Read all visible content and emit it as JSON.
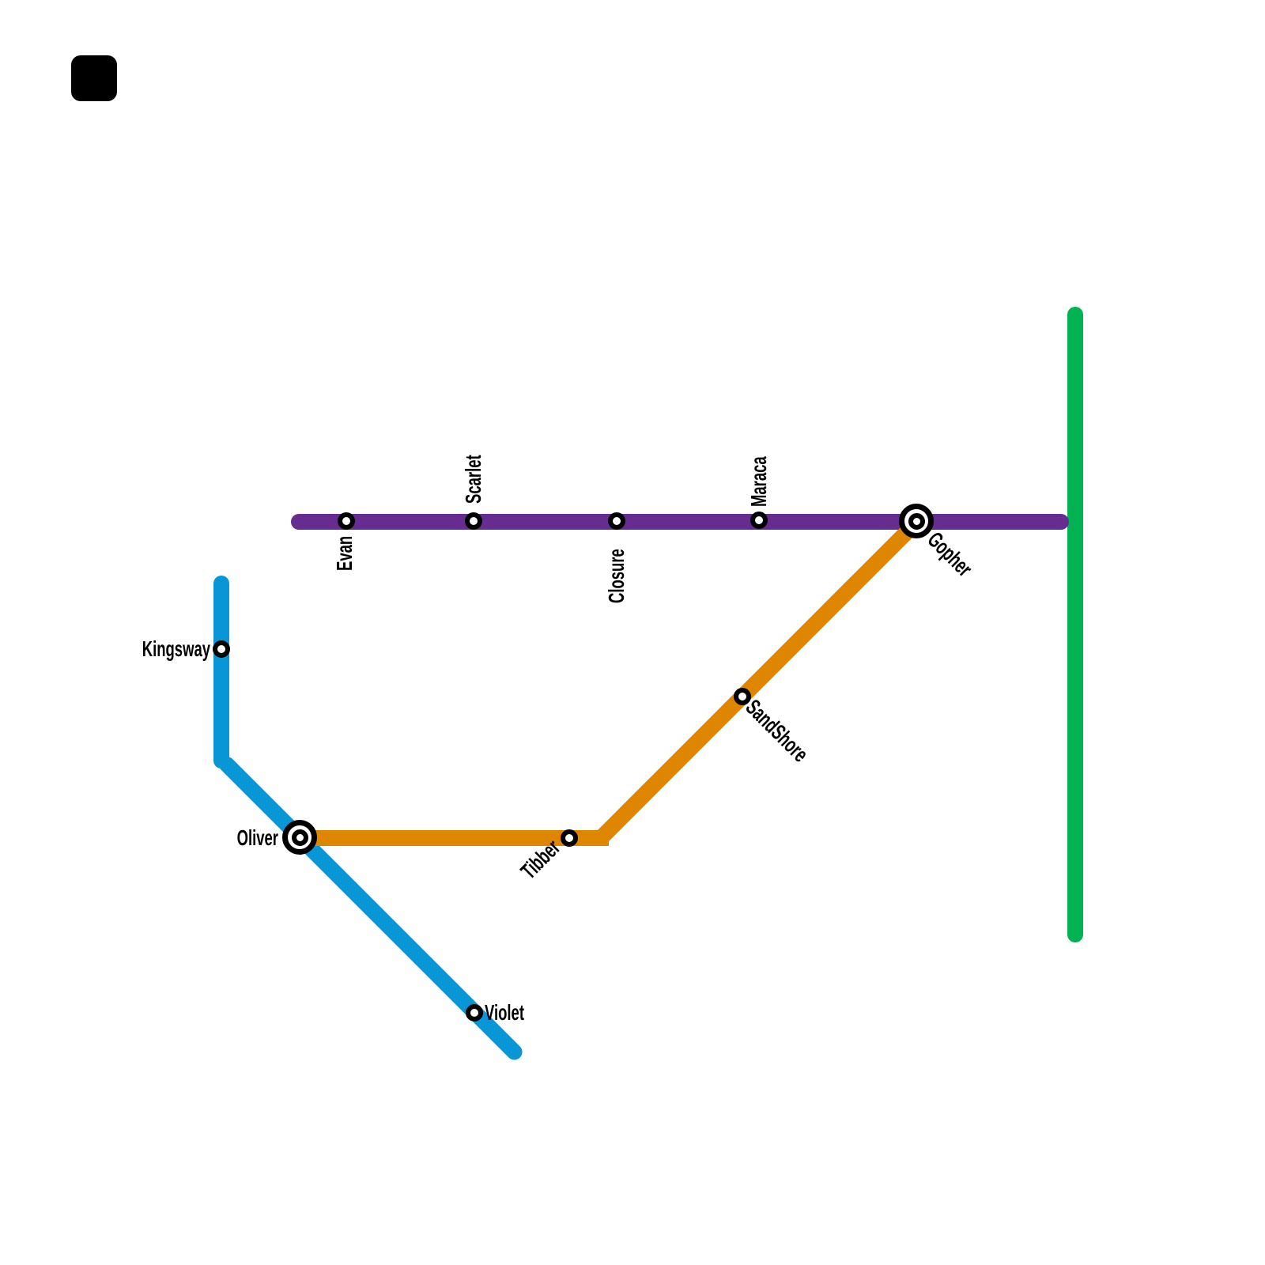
{
  "map": {
    "type": "transit-map",
    "background": "#ffffff",
    "marker_square": "black-rounded-square",
    "colors": {
      "purple_line": "#662c90",
      "orange_line": "#df8600",
      "blue_line": "#0896d7",
      "green_line": "#00b251",
      "station_ring": "#000000",
      "station_fill": "#ffffff",
      "label_text": "#000000"
    },
    "lines": [
      {
        "id": "purple",
        "color": "#662c90",
        "orientation": "horizontal",
        "stations": [
          "Evan",
          "Scarlet",
          "Closure",
          "Maraca",
          "Gopher"
        ]
      },
      {
        "id": "orange",
        "color": "#df8600",
        "orientation": "horizontal-then-diagonal",
        "stations": [
          "Oliver",
          "Tibber",
          "SandShore",
          "Gopher"
        ]
      },
      {
        "id": "blue",
        "color": "#0896d7",
        "orientation": "vertical-then-diagonal",
        "stations": [
          "Kingsway",
          "Oliver",
          "Violet"
        ]
      },
      {
        "id": "green",
        "color": "#00b251",
        "orientation": "vertical",
        "stations": []
      }
    ],
    "interchanges": [
      "Gopher",
      "Oliver"
    ]
  },
  "labels": {
    "evan": "Evan",
    "scarlet": "Scarlet",
    "closure": "Closure",
    "maraca": "Maraca",
    "gopher": "Gopher",
    "kingsway": "Kingsway",
    "oliver": "Oliver",
    "tibber": "Tibber",
    "sandshore": "SandShore",
    "violet": "Violet"
  }
}
